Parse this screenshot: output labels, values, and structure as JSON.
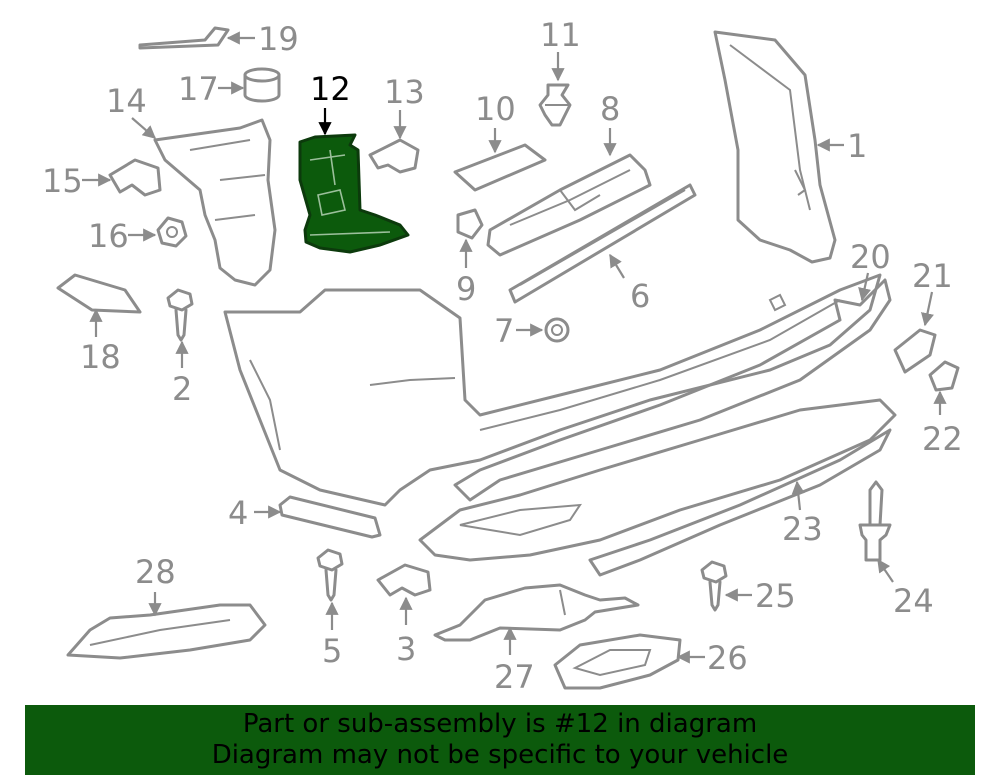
{
  "diagram": {
    "highlighted_part": "12",
    "callouts": [
      "1",
      "2",
      "3",
      "4",
      "5",
      "6",
      "7",
      "8",
      "9",
      "10",
      "11",
      "12",
      "13",
      "14",
      "15",
      "16",
      "17",
      "18",
      "19",
      "20",
      "21",
      "22",
      "23",
      "24",
      "25",
      "26",
      "27",
      "28"
    ]
  },
  "banner": {
    "line1": "Part or sub-assembly is #12 in diagram",
    "line2": "Diagram may not be specific to your vehicle"
  },
  "colors": {
    "highlight": "#0c5a0c",
    "part_stroke": "#8c8c8c",
    "banner_bg": "#0c5a0c"
  }
}
